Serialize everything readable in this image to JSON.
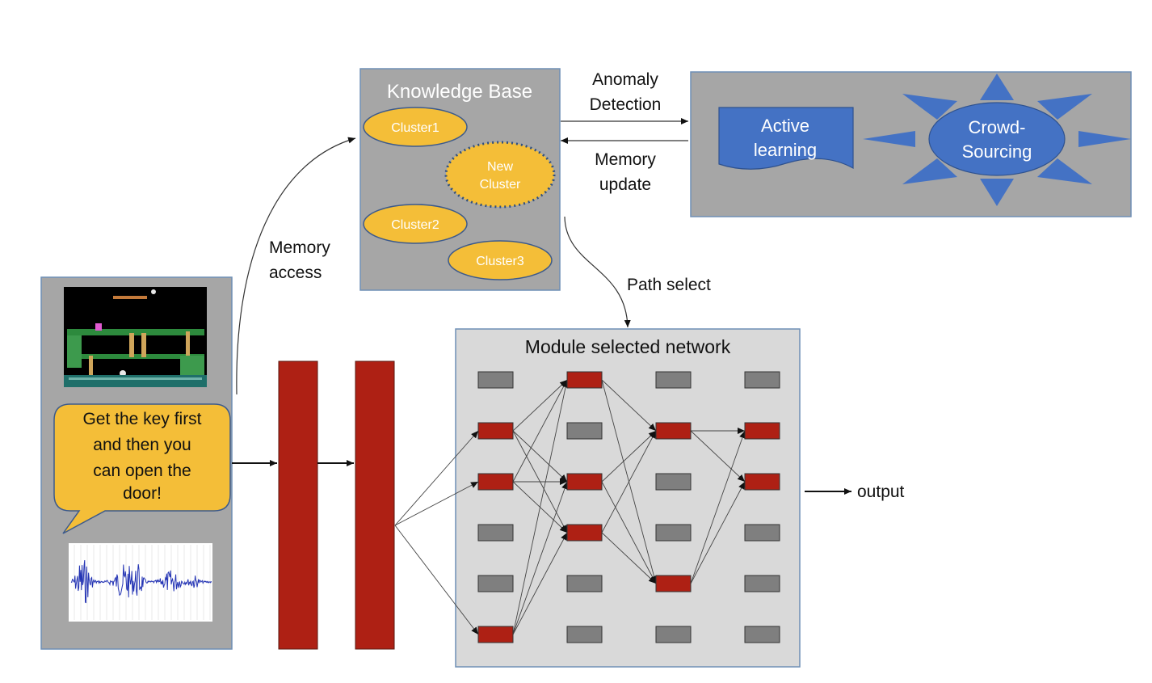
{
  "knowledge_base": {
    "title": "Knowledge Base",
    "clusters": [
      "Cluster1",
      "Cluster2",
      "Cluster3"
    ],
    "new_cluster": [
      "New",
      "Cluster"
    ]
  },
  "labels": {
    "anomaly_detection": [
      "Anomaly",
      "Detection"
    ],
    "memory_update": [
      "Memory",
      "update"
    ],
    "memory_access": [
      "Memory",
      "access"
    ],
    "path_select": "Path select",
    "output": "output"
  },
  "feedback": {
    "active_learning": [
      "Active",
      "learning"
    ],
    "crowd_sourcing": [
      "Crowd-",
      "Sourcing"
    ]
  },
  "input": {
    "speech_bubble": [
      "Get the key first",
      "and then you",
      "can open the",
      "door!"
    ]
  },
  "network": {
    "title": "Module selected network",
    "columns": 4,
    "rows": 6,
    "active_modules": [
      [
        1,
        2,
        5
      ],
      [
        0,
        2,
        3
      ],
      [
        1,
        4
      ],
      [
        1,
        2
      ]
    ]
  },
  "colors": {
    "panel_dark": "#a6a6a6",
    "panel_light": "#d9d9d9",
    "panel_border": "#6f8fb5",
    "cluster": "#f4be38",
    "cluster_border": "#3c5a8c",
    "blue_shape": "#4472c4",
    "red_block": "#ae2014",
    "module_inactive": "#7f7f7f",
    "module_active": "#ae2014",
    "bubble": "#f4be38"
  }
}
